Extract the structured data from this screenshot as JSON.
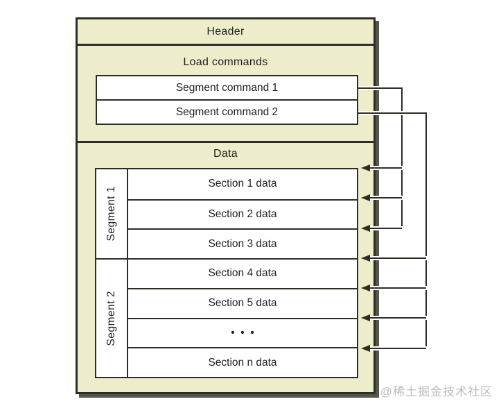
{
  "watermark": "@稀土掘金技术社区",
  "diagram": {
    "header": {
      "label": "Header"
    },
    "load_commands": {
      "label": "Load commands",
      "items": [
        {
          "label": "Segment command 1"
        },
        {
          "label": "Segment command 2"
        }
      ]
    },
    "data": {
      "label": "Data",
      "segments": [
        {
          "label": "Segment 1",
          "sections": [
            "Section 1 data",
            "Section 2 data",
            "Section 3 data"
          ]
        },
        {
          "label": "Segment 2",
          "sections": [
            "Section 4 data",
            "Section 5 data",
            "•  •  •",
            "Section n data"
          ]
        }
      ]
    },
    "connections": [
      {
        "from": "Segment command 1",
        "to_boundaries": [
          0,
          1,
          2
        ]
      },
      {
        "from": "Segment command 2",
        "to_boundaries": [
          3,
          4,
          5,
          6
        ]
      }
    ],
    "colors": {
      "panel_fill": "#EDEDCB",
      "line": "#2D2D28",
      "box_fill": "#FFFFFF",
      "shadow": "#56564F",
      "text": "#1F1F1F",
      "watermark_text": "#BCBCBC"
    }
  }
}
